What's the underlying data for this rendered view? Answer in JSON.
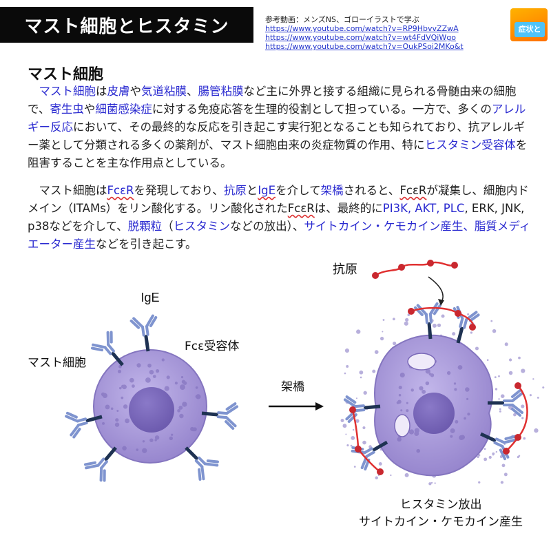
{
  "header": {
    "title": "マスト細胞とヒスタミン",
    "ref_note": "参考動画：メンズNS、ゴローイラストで学ぶ",
    "links": [
      "https://www.youtube.com/watch?v=RP9HbvvZZwA",
      "https://www.youtube.com/watch?v=wt4FdVQiWgo",
      "https://www.youtube.com/watch?v=OukPSoi2MKo&t"
    ],
    "logo_text": "症状と"
  },
  "section": {
    "heading": "マスト細胞",
    "p1": {
      "t1": "マスト細胞",
      "t2": "は",
      "t3": "皮膚",
      "t4": "や",
      "t5": "気道粘膜",
      "t6": "、",
      "t7": "腸管粘膜",
      "t8": "など主に外界と接する組織に見られる骨髄由来の細胞で、",
      "t9": "寄生虫",
      "t10": "や",
      "t11": "細菌感染症",
      "t12": "に対する免疫応答を生理的役割として担っている。一方で、多くの",
      "t13": "アレルギー反応",
      "t14": "において、その最終的な反応を引き起こす実行犯となることも知られており、抗アレルギー薬として分類される多くの薬剤が、マスト細胞由来の炎症物質の作用、特に",
      "t15": "ヒスタミン受容体",
      "t16": "を阻害することを主な作用点としている。"
    },
    "p2": {
      "t1": "マスト細胞は",
      "t2": "FcεR",
      "t3": "を発現しており、",
      "t4": "抗原",
      "t5": "と",
      "t6": "IgE",
      "t7": "を介して",
      "t8": "架橋",
      "t9": "されると、",
      "t10": "FcεR",
      "t11": "が凝集し、細胞内ドメイン（ITAMs）をリン酸化する。リン酸化された",
      "t12": "FcεR",
      "t13": "は、最終的に",
      "t14": "PI3K, AKT, PLC",
      "t15": ", ERK, JNK, p38などを介して、",
      "t16": "脱顆粒",
      "t17": "（",
      "t18": "ヒスタミン",
      "t19": "などの放出）、",
      "t20": "サイトカイン・ケモカイン産生、脂質メディエーター産生",
      "t21": "などを引き起こす。"
    }
  },
  "diagram": {
    "label_ige": "IgE",
    "label_receptor": "Fcε受容体",
    "label_cell": "マスト細胞",
    "label_crosslink": "架橋",
    "label_antigen": "抗原",
    "caption_line1": "ヒスタミン放出",
    "caption_line2": "サイトカイン・ケモカイン産生"
  },
  "colors": {
    "highlight": "#2a2ad0",
    "cell_fill": "#a99ad6",
    "nucleus_fill": "#7e6cbf",
    "antibody": "#7f94cf",
    "receptor": "#1e3252",
    "antigen": "#e03030"
  }
}
